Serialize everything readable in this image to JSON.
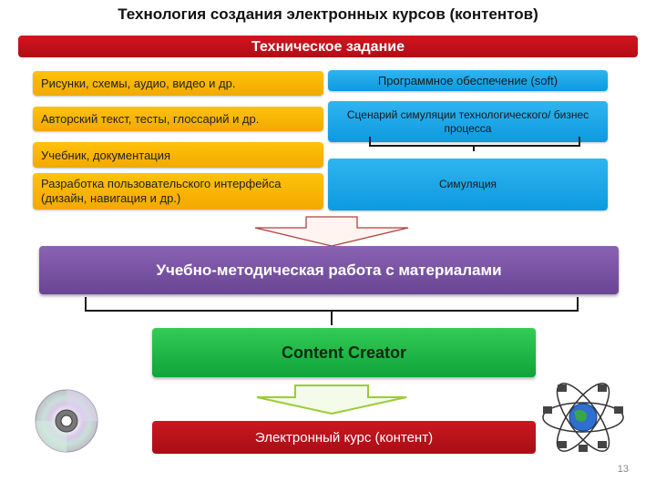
{
  "title": "Технология создания электронных курсов (контентов)",
  "tech_task": "Техническое задание",
  "left_items": [
    "Рисунки, схемы, аудио,  видео и др.",
    "Авторский текст, тесты, глоссарий и др.",
    "Учебник, документация",
    "Разработка пользовательского интерфейса (дизайн, навигация и др.)"
  ],
  "right_items": {
    "software": "Программное обеспечение  (soft)",
    "scenario": "Сценарий симуляции технологического/ бизнес процесса",
    "simulation": "Симуляция"
  },
  "methodical_work": "Учебно-методическая работа с материалами",
  "content_creator": "Content  Creator",
  "e_course": "Электронный курс (контент)",
  "page_number": "13",
  "colors": {
    "red": "#c8111b",
    "yellow": "#f7b500",
    "blue": "#16a4e8",
    "purple": "#7b55a6",
    "green": "#1eb546",
    "arrow_outline": "#b04040",
    "arrow_green": "#9acd32"
  },
  "icons": [
    "cd-disc-icon",
    "network-globe-icon"
  ]
}
